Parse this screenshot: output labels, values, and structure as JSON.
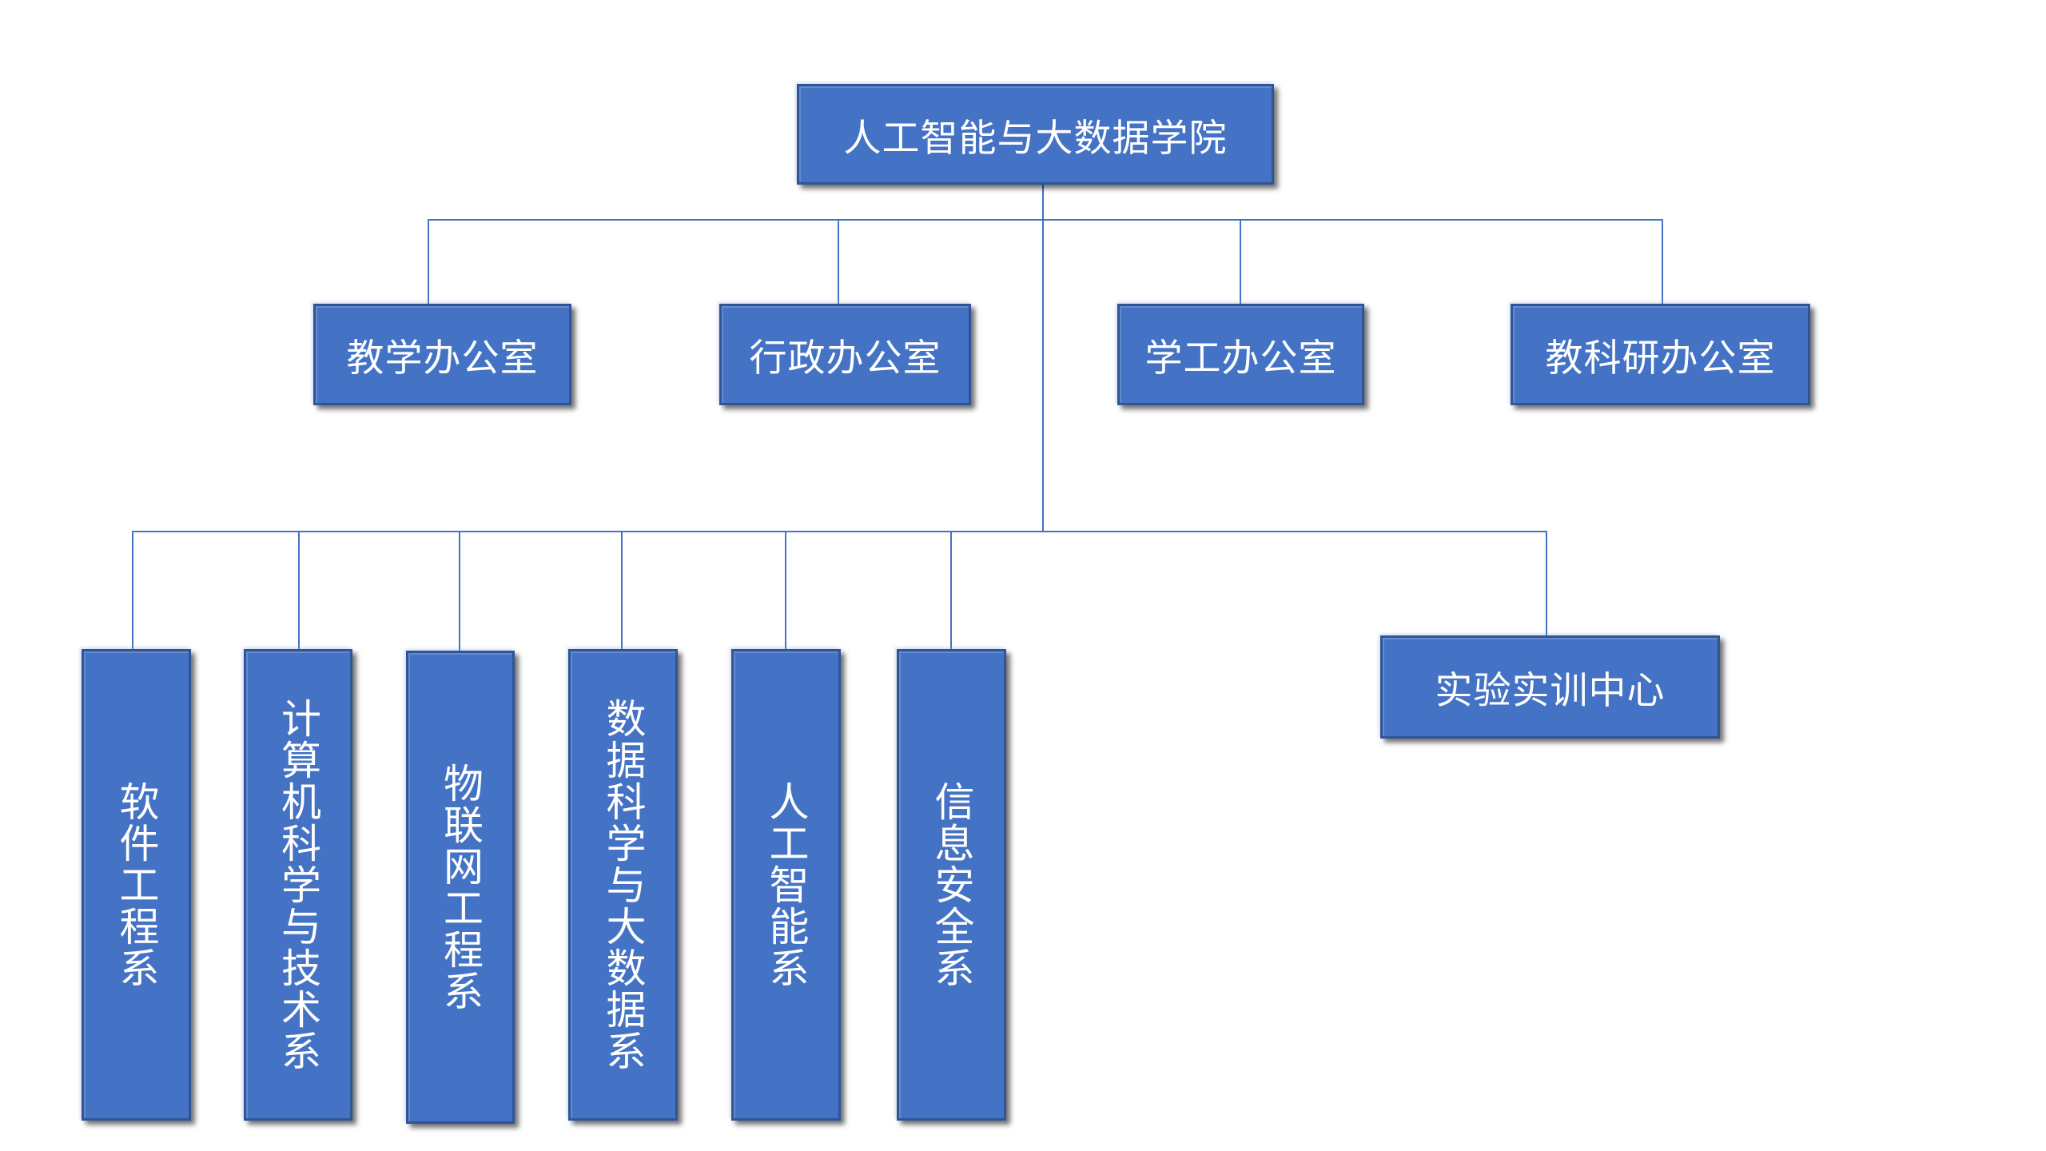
{
  "colors": {
    "node_fill": "#4472c4",
    "node_border": "#2f5597",
    "connector": "#4472c4",
    "text": "#ffffff",
    "background": "#ffffff"
  },
  "root": {
    "label": "人工智能与大数据学院"
  },
  "offices": [
    {
      "label": "教学办公室"
    },
    {
      "label": "行政办公室"
    },
    {
      "label": "学工办公室"
    },
    {
      "label": "教科研办公室"
    }
  ],
  "departments": [
    {
      "label": "软件工程系"
    },
    {
      "label": "计算机科学与技术系"
    },
    {
      "label": "物联网工程系"
    },
    {
      "label": "数据科学与大数据系"
    },
    {
      "label": "人工智能系"
    },
    {
      "label": "信息安全系"
    }
  ],
  "center": {
    "label": "实验实训中心"
  }
}
